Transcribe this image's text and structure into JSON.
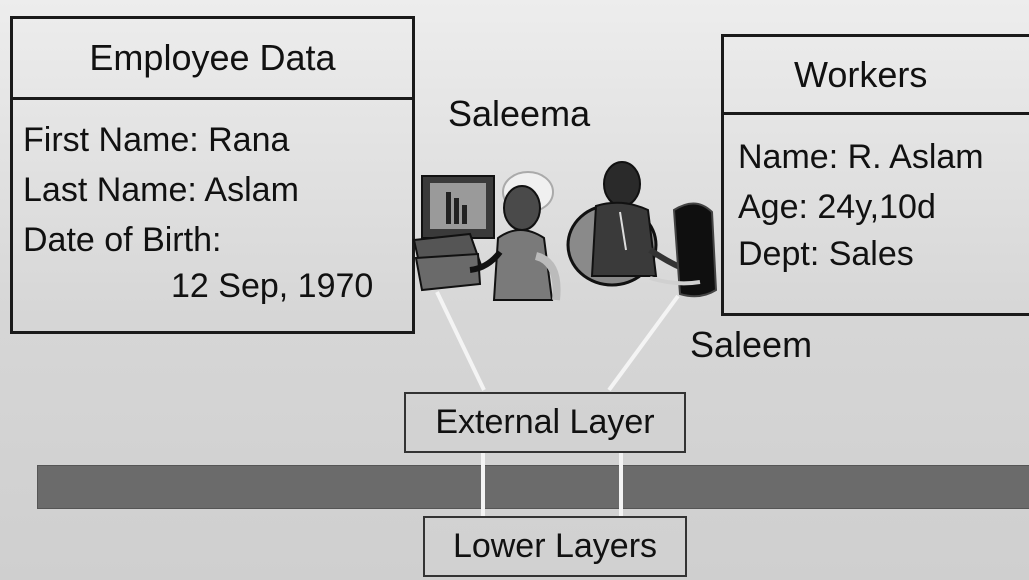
{
  "employee_box": {
    "title": "Employee Data",
    "first_name": "First Name: Rana",
    "last_name": "Last Name: Aslam",
    "dob_label": "Date of Birth:",
    "dob_value": "12 Sep, 1970"
  },
  "workers_box": {
    "title": "Workers",
    "name": "Name: R. Aslam",
    "age": "Age: 24y,10d",
    "dept": "Dept: Sales"
  },
  "user_left": "Saleema",
  "user_right": "Saleem",
  "external_layer": "External Layer",
  "lower_layers": "Lower Layers",
  "icons": [
    "woman-at-computer-icon",
    "man-at-computer-icon"
  ],
  "colors": {
    "background": "#d9d9d9",
    "bar": "#6b6b6b",
    "border": "#1a1a1a",
    "connector": "#f4f4f4"
  }
}
